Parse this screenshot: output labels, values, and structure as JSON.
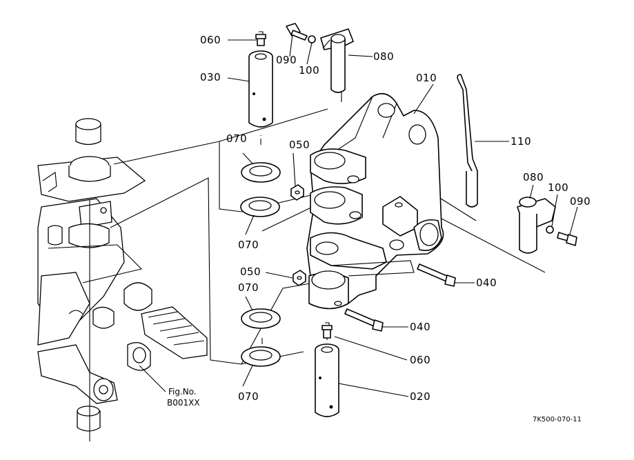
{
  "callouts": {
    "p010": "010",
    "p020": "020",
    "p030": "030",
    "p040a": "040",
    "p040b": "040",
    "p050a": "050",
    "p050b": "050",
    "p060a": "060",
    "p060b": "060",
    "p070a": "070",
    "p070b": "070",
    "p070c": "070",
    "p070d": "070",
    "p080a": "080",
    "p080b": "080",
    "p090a": "090",
    "p090b": "090",
    "p100a": "100",
    "p100b": "100",
    "p110": "110"
  },
  "reference": {
    "fig_label": "Fig.No.",
    "fig_number": "B001XX"
  },
  "drawing_code": "7K500-070-11"
}
